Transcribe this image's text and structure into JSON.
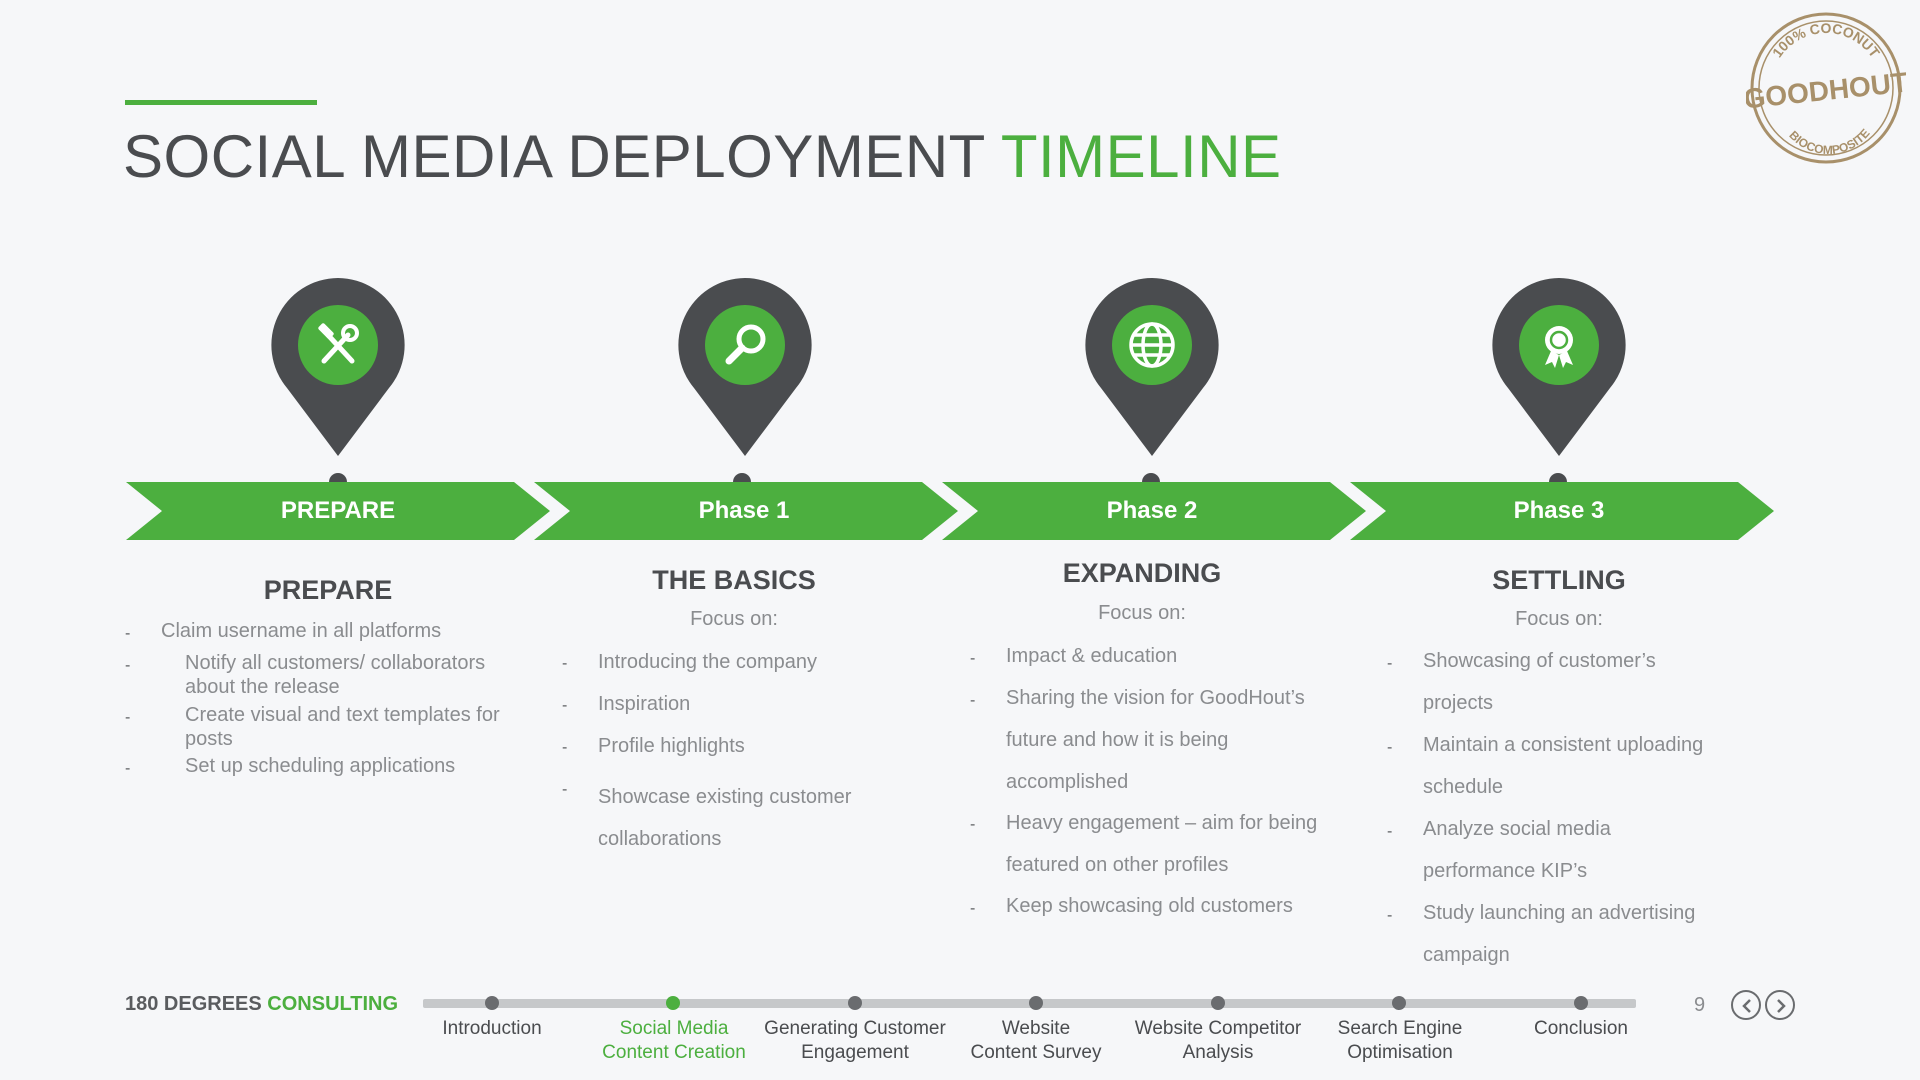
{
  "title": {
    "main": "SOCIAL MEDIA DEPLOYMENT",
    "accent": "TIMELINE"
  },
  "stamp": {
    "top": "100% COCONUT",
    "middle": "GOODHOUT",
    "bottom": "BIOCOMPOSITE"
  },
  "colors": {
    "accent": "#4caf3f",
    "dark": "#4a4c4f",
    "muted": "#8a8c8f",
    "background": "#f6f7f9"
  },
  "phases": [
    {
      "arrow_label": "PREPARE",
      "icon": "tools-icon",
      "title": "PREPARE",
      "subtitle": "",
      "bullets": [
        "Claim username in all platforms",
        "Notify all customers/ collaborators about the release",
        "Create visual and text templates for posts",
        "Set up scheduling applications"
      ]
    },
    {
      "arrow_label": "Phase 1",
      "icon": "magnifier-icon",
      "title": "THE BASICS",
      "subtitle": "Focus on:",
      "bullets": [
        "Introducing the company",
        "Inspiration",
        "Profile highlights",
        "Showcase existing customer collaborations"
      ]
    },
    {
      "arrow_label": "Phase 2",
      "icon": "globe-icon",
      "title": "EXPANDING",
      "subtitle": "Focus on:",
      "bullets": [
        "Impact & education",
        "Sharing the vision for GoodHout’s future and how it is being accomplished",
        "Heavy engagement – aim for being featured on other profiles",
        "Keep showcasing old customers"
      ]
    },
    {
      "arrow_label": "Phase 3",
      "icon": "award-icon",
      "title": "SETTLING",
      "subtitle": "Focus on:",
      "bullets": [
        "Showcasing of customer’s projects",
        "Maintain a consistent uploading schedule",
        "Analyze social media performance KIP’s",
        "Study launching an advertising campaign"
      ]
    }
  ],
  "footer": {
    "brand_main": "180 DEGREES",
    "brand_accent": "CONSULTING",
    "page_number": "9",
    "nav_items": [
      {
        "label_line1": "Introduction",
        "label_line2": ""
      },
      {
        "label_line1": "Social Media",
        "label_line2": "Content Creation"
      },
      {
        "label_line1": "Generating Customer",
        "label_line2": "Engagement"
      },
      {
        "label_line1": "Website",
        "label_line2": "Content Survey"
      },
      {
        "label_line1": "Website Competitor",
        "label_line2": "Analysis"
      },
      {
        "label_line1": "Search Engine",
        "label_line2": "Optimisation"
      },
      {
        "label_line1": "Conclusion",
        "label_line2": ""
      }
    ],
    "active_index": 1
  }
}
